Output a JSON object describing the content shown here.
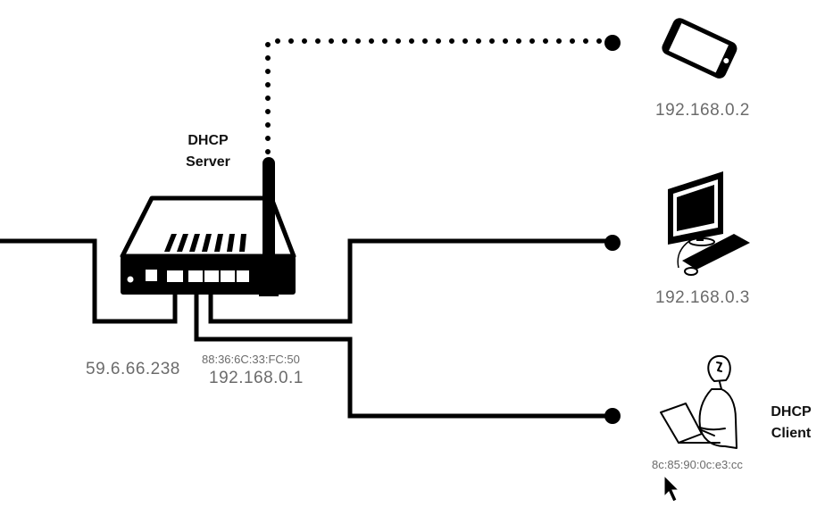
{
  "server": {
    "title_line1": "DHCP",
    "title_line2": "Server",
    "wan_ip": "59.6.66.238",
    "lan_mac": "88:36:6C:33:FC:50",
    "lan_ip": "192.168.0.1"
  },
  "devices": {
    "phone": {
      "ip": "192.168.0.2",
      "icon": "smartphone-icon"
    },
    "desktop": {
      "ip": "192.168.0.3",
      "icon": "desktop-computer-icon"
    },
    "laptop_user": {
      "mac": "8c:85:90:0c:e3:cc",
      "icon": "person-laptop-icon"
    }
  },
  "client": {
    "title_line1": "DHCP",
    "title_line2": "Client"
  },
  "colors": {
    "line": "#000000",
    "label_gray": "#6b6b6b",
    "heading": "#111111"
  }
}
